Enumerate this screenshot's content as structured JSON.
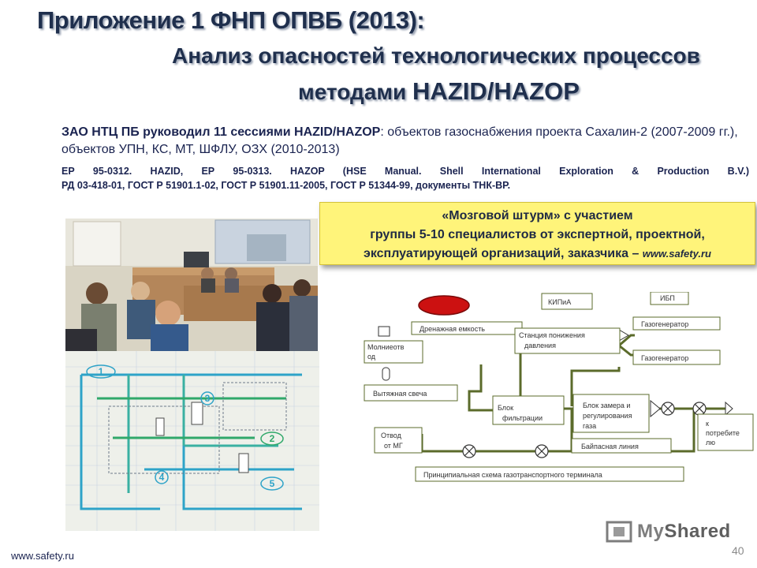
{
  "title": {
    "line1": "Приложение 1 ФНП ОПВБ (2013):",
    "line2": "Анализ опасностей технологических процессов",
    "line3_prefix": "методами ",
    "line3_method": "HAZID/HAZOP"
  },
  "intro": {
    "bold": "ЗАО НТЦ ПБ руководил 11 сессиями  HAZID/HAZOP",
    "rest": ": объектов газоснабжения проекта Сахалин-2 (2007-2009 гг.), объектов УПН, КС, МТ, ШФЛУ, ОЗХ (2010-2013)"
  },
  "references": {
    "line1": "ЕР 95-0312. HAZID, ЕР 95-0313. HAZOP (HSE Manual. Shell International Exploration & Production B.V.)",
    "line2": "РД 03-418-01,  ГОСТ Р 51901.1-02,  ГОСТ Р 51901.11-2005,  ГОСТ Р 51344-99, документы ТНК-ВР."
  },
  "callout": {
    "line1": "«Мозговой штурм» с участием",
    "line2": "группы 5-10 специалистов от экспертной, проектной,",
    "line3": "эксплуатирующей организаций, заказчика – ",
    "url": "www.safety.ru"
  },
  "diagram": {
    "kipia": "КИПиА",
    "ibp": "ИБП",
    "drain": "Дренажная емкость",
    "station_1": "Станция понижения",
    "station_2": "давления",
    "gasgen_1": "Газогенератор",
    "gasgen_2": "Газогенератор",
    "lightning_1": "Молниеотв",
    "lightning_2": "од",
    "vent": "Вытяжная свеча",
    "filter_1": "Блок",
    "filter_2": "фильтрации",
    "meter_1": "Блок замера и",
    "meter_2": "регулирования",
    "meter_3": "газа",
    "bypass": "Байпасная линия",
    "consumer_1": "к",
    "consumer_2": "потребите",
    "consumer_3": "лю",
    "branch_1": "Отвод",
    "branch_2": "от МГ",
    "caption": "Принципиальная схема газотранспортного терминала"
  },
  "scheme_markers": [
    "1",
    "2",
    "3",
    "4",
    "5"
  ],
  "footer": {
    "url": "www.safety.ru",
    "page_number": "40",
    "logo_text_a": "My",
    "logo_text_b": "Shared"
  },
  "colors": {
    "title": "#1f2f4d",
    "callout_bg": "#fff47a",
    "diagram_line": "#5b6b2b",
    "valve_red": "#cc1111"
  }
}
